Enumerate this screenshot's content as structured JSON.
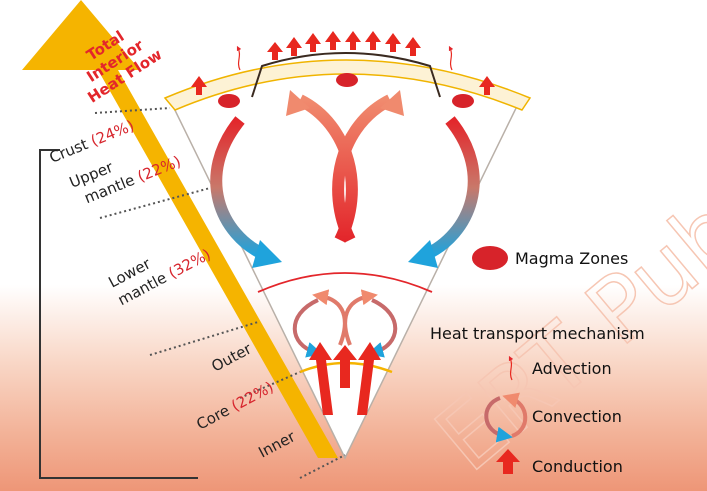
{
  "title": {
    "line1": "Total",
    "line2": "Interior",
    "line3": "Heat Flow"
  },
  "layers": {
    "crust": {
      "name": "Crust",
      "pct": "(24%)"
    },
    "upper_mantle": {
      "line1": "Upper",
      "line2": "mantle",
      "pct": "(22%)"
    },
    "lower_mantle": {
      "line1": "Lower",
      "line2": "mantle",
      "pct": "(32%)"
    },
    "outer": "Outer",
    "core": {
      "name": "Core",
      "pct": "(22%)"
    },
    "inner": "Inner"
  },
  "legend": {
    "magma": "Magma Zones",
    "heading": "Heat transport mechanism",
    "advection": "Advection",
    "convection": "Convection",
    "conduction": "Conduction"
  },
  "colors": {
    "heat_arrow": "#f5b400",
    "conduction": "#e8281f",
    "convection_hot": "#e3262b",
    "convection_cold": "#1fa3dc",
    "magma": "#d7232a",
    "percent_text": "#d7262e"
  },
  "watermark": "ERT Publish"
}
